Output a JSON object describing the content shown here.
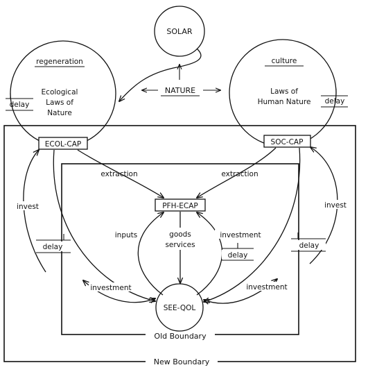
{
  "nodes": {
    "solar": "SOLAR",
    "nature": "NATURE",
    "regeneration": "regeneration",
    "eco_laws": [
      "Ecological",
      "Laws of",
      "Nature"
    ],
    "culture": "culture",
    "human_laws": [
      "Laws of",
      "Human Nature"
    ],
    "ecol_cap": "ECOL-CAP",
    "soc_cap": "SOC-CAP",
    "pfh_ecap": "PFH-ECAP",
    "see_qol": "SEE-QOL"
  },
  "flows": {
    "extraction_left": "extraction",
    "extraction_right": "extraction",
    "inputs": "inputs",
    "goods": "goods",
    "services": "services",
    "investment_center": "investment",
    "invest_left": "invest",
    "invest_right": "invest",
    "investment_left": "investment",
    "investment_right": "investment"
  },
  "delays": {
    "left_upper": "delay",
    "right_upper": "delay",
    "left_lower": "delay",
    "right_lower": "delay",
    "center": "delay"
  },
  "boundaries": {
    "old": "Old Boundary",
    "new": "New Boundary"
  }
}
